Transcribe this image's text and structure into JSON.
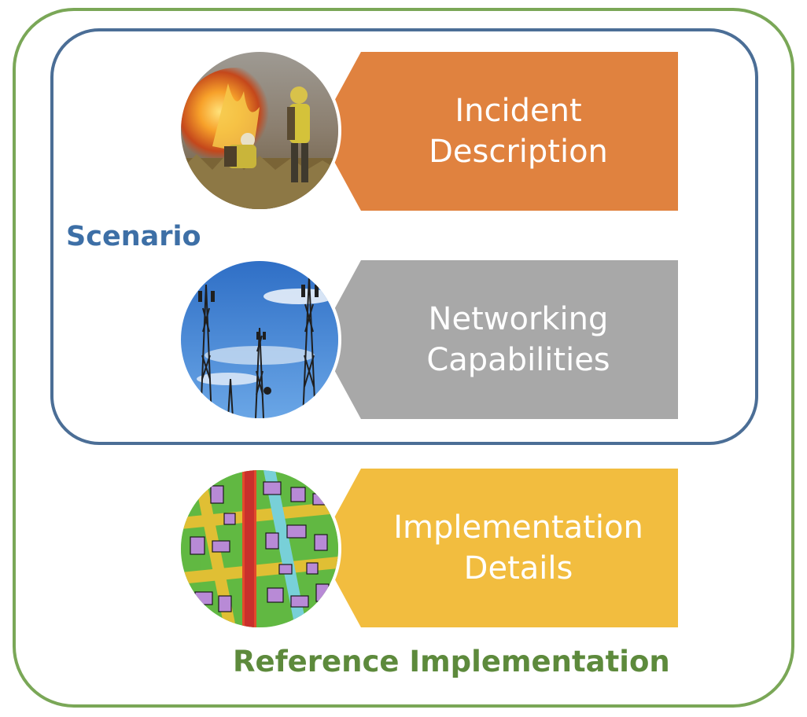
{
  "outer_group": {
    "label": "Reference Implementation",
    "color": "#5d8a3c",
    "border_color": "#7aa757"
  },
  "inner_group": {
    "label": "Scenario",
    "color": "#3d6fa6",
    "border_color": "#4b6e96"
  },
  "items": [
    {
      "label": "Incident\nDescription",
      "color": "#e0823f",
      "image": "wildfire-firefighters-photo"
    },
    {
      "label": "Networking\nCapabilities",
      "color": "#a8a8a8",
      "image": "cell-towers-sky-photo"
    },
    {
      "label": "Implementation\nDetails",
      "color": "#f2bd3f",
      "image": "city-heatmap-image"
    }
  ]
}
